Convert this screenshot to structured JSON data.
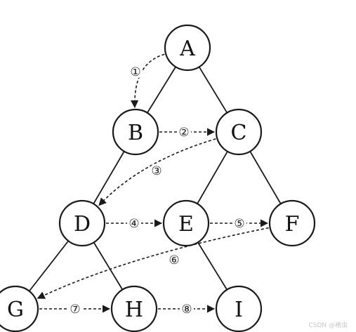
{
  "diagram": {
    "nodes": [
      {
        "id": "A",
        "label": "A"
      },
      {
        "id": "B",
        "label": "B"
      },
      {
        "id": "C",
        "label": "C"
      },
      {
        "id": "D",
        "label": "D"
      },
      {
        "id": "E",
        "label": "E"
      },
      {
        "id": "F",
        "label": "F"
      },
      {
        "id": "G",
        "label": "G"
      },
      {
        "id": "H",
        "label": "H"
      },
      {
        "id": "I",
        "label": "I"
      }
    ],
    "edges": [
      {
        "from": "A",
        "to": "B"
      },
      {
        "from": "A",
        "to": "C"
      },
      {
        "from": "B",
        "to": "D"
      },
      {
        "from": "C",
        "to": "E"
      },
      {
        "from": "C",
        "to": "F"
      },
      {
        "from": "D",
        "to": "G"
      },
      {
        "from": "D",
        "to": "H"
      },
      {
        "from": "E",
        "to": "I"
      }
    ],
    "traversal": [
      {
        "order": "①",
        "from": "A",
        "to": "B"
      },
      {
        "order": "②",
        "from": "B",
        "to": "C"
      },
      {
        "order": "③",
        "from": "C",
        "to": "D"
      },
      {
        "order": "④",
        "from": "D",
        "to": "E"
      },
      {
        "order": "⑤",
        "from": "E",
        "to": "F"
      },
      {
        "order": "⑥",
        "from": "F",
        "to": "G"
      },
      {
        "order": "⑦",
        "from": "G",
        "to": "H"
      },
      {
        "order": "⑧",
        "from": "H",
        "to": "I"
      }
    ]
  },
  "watermark": "CSDN @褚虫"
}
